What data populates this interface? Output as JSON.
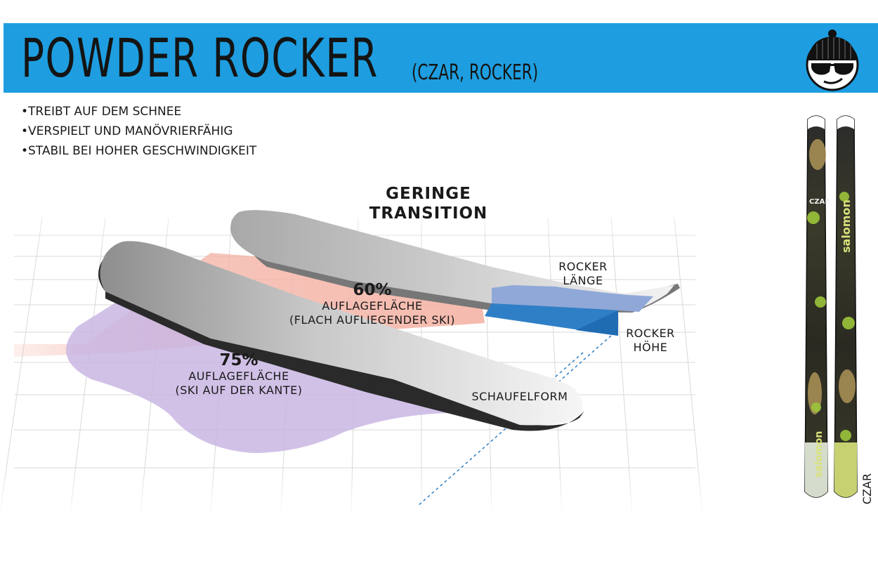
{
  "header": {
    "title": "POWDER ROCKER",
    "subtitle": "(CZAR, ROCKER)",
    "band_color": "#1e9ee0",
    "mascot_icon": "beanie-sunglasses-face-icon"
  },
  "features": [
    "TREIBT AUF DEM SCHNEE",
    "VERSPIELT UND MANÖVRIERFÄHIG",
    "STABIL BEI HOHER GESCHWINDIGKEIT"
  ],
  "diagram": {
    "transition_line1": "GERINGE",
    "transition_line2": "TRANSITION",
    "flat": {
      "percent": "60%",
      "label": "AUFLAGEFLÄCHE",
      "note": "(FLACH AUFLIEGENDER SKI)",
      "color": "#f4b3a5"
    },
    "edge": {
      "percent": "75%",
      "label": "AUFLAGEFLÄCHE",
      "note": "(SKI AUF DER KANTE)",
      "color": "#c9b6e3"
    },
    "rocker_length_line1": "ROCKER",
    "rocker_length_line2": "LÄNGE",
    "rocker_height_line1": "ROCKER",
    "rocker_height_line2": "HÖHE",
    "shovel": "SCHAUFELFORM",
    "rocker_color": "#8fa8d8",
    "rocker_base_color": "#2f7fc6"
  },
  "product": {
    "name": "CZAR",
    "brand_text": "salomon",
    "model_text": "CZAR"
  }
}
